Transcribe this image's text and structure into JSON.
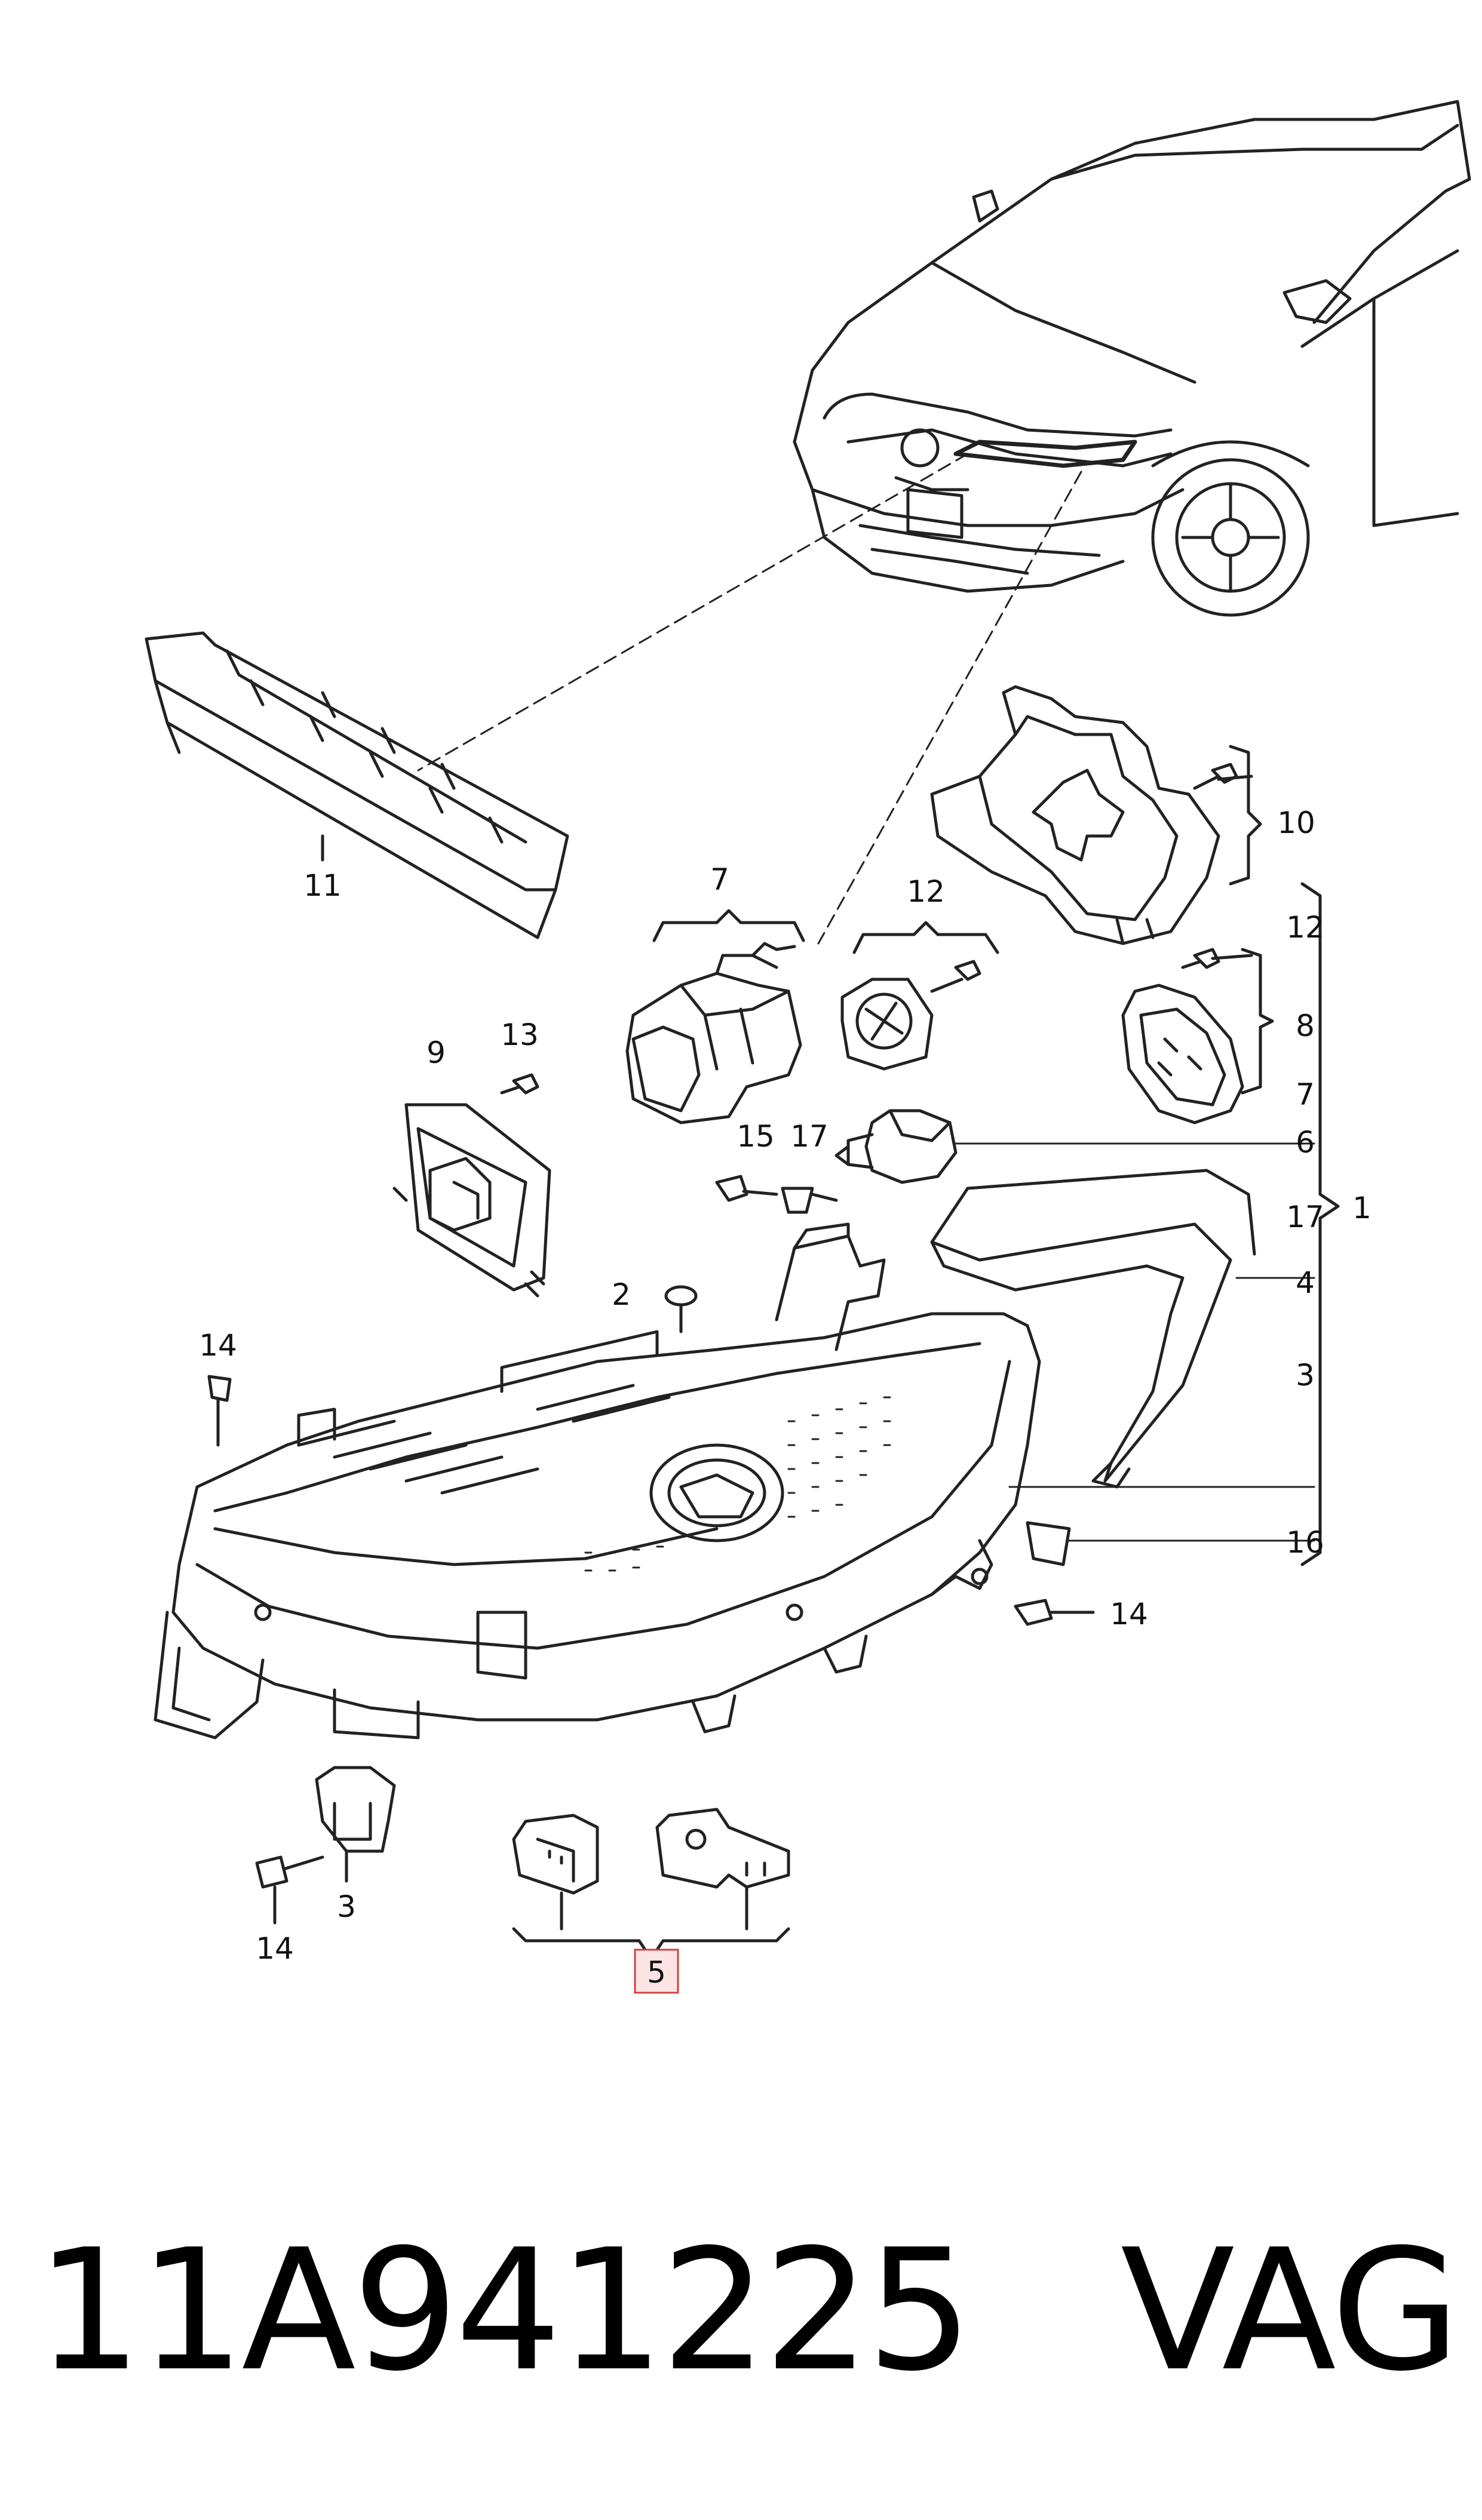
{
  "callouts": {
    "c1": "1",
    "c2": "2",
    "c3a": "3",
    "c3b": "3",
    "c4": "4",
    "c5": "5",
    "c6": "6",
    "c7a": "7",
    "c7b": "7",
    "c8": "8",
    "c9": "9",
    "c10": "10",
    "c11": "11",
    "c12a": "12",
    "c12b": "12",
    "c13": "13",
    "c14a": "14",
    "c14b": "14",
    "c14c": "14",
    "c15": "15",
    "c16": "16",
    "c17a": "17",
    "c17b": "17"
  },
  "highlighted_callout": "5",
  "colors": {
    "line": "#222222",
    "highlight_fill": "#fde4e4",
    "highlight_stroke": "#d04040"
  },
  "footer": {
    "part_number": "11A941225",
    "brand": "VAG"
  }
}
